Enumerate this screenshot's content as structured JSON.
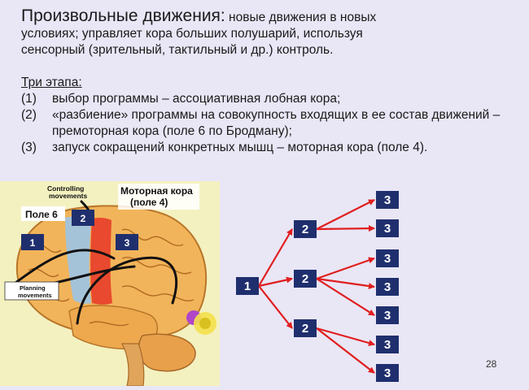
{
  "title": {
    "lead": "Произвольные движения:",
    "rest_line1": " новые движения в новых",
    "line2": "условиях; управляет кора больших полушарий, используя",
    "line3": "сенсорный (зрительный, тактильный и др.) контроль."
  },
  "stages": {
    "heading": "Три этапа",
    "colon": ":",
    "items": [
      {
        "num": "(1)",
        "text": "выбор программы – ассоциативная лобная кора;"
      },
      {
        "num": "(2)",
        "text": "«разбиение» программы на совокупность входящих в ее состав движений – премоторная кора (поле 6 по Бродману);"
      },
      {
        "num": "(3)",
        "text": "запуск сокращений конкретных мышц – моторная кора (поле 4)."
      }
    ]
  },
  "brain_figure": {
    "label_controlling": [
      "Controlling",
      "movements"
    ],
    "label_motor": [
      "Моторная кора",
      "(поле 4)"
    ],
    "label_field6": "Поле 6",
    "label_planning": [
      "Planning",
      "movements"
    ],
    "box_1": "1",
    "box_2": "2",
    "box_3": "3"
  },
  "tree": {
    "root": "1",
    "level2": [
      "2",
      "2",
      "2"
    ],
    "level3": [
      "3",
      "3",
      "3",
      "3",
      "3",
      "3",
      "3"
    ],
    "node_color": "#1f2f6e",
    "arrow_color": "#e01e1e"
  },
  "page_number": "28"
}
